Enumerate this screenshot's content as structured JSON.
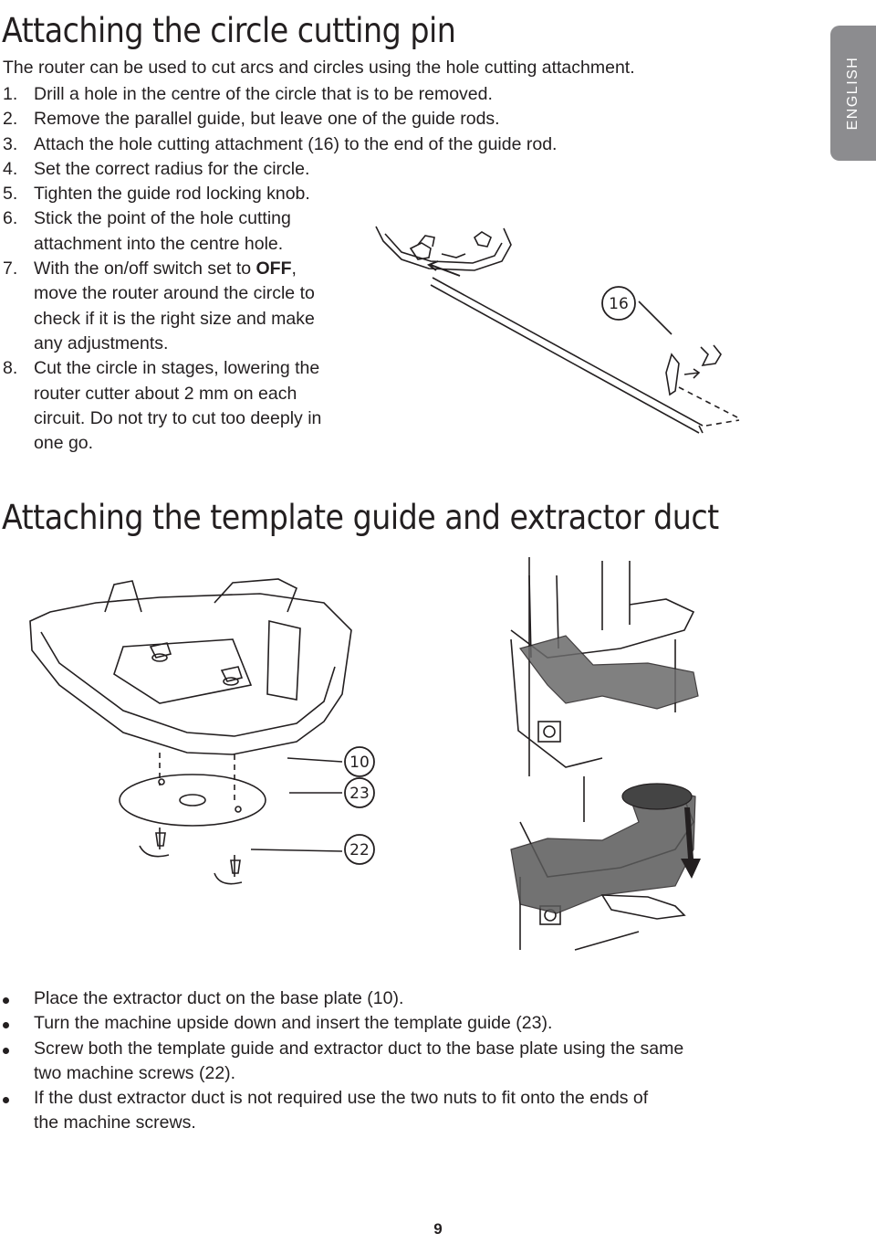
{
  "section1": {
    "title": "Attaching the circle cutting pin",
    "intro": "The router can be used to cut arcs and circles using the hole cutting attachment.",
    "steps": [
      {
        "num": "1.",
        "text": "Drill a hole in the centre of the circle that is to be removed."
      },
      {
        "num": "2.",
        "text": "Remove the parallel guide, but leave one of the guide rods."
      },
      {
        "num": "3.",
        "text": "Attach the hole cutting attachment (16) to the end of the guide rod."
      },
      {
        "num": "4.",
        "text": "Set the correct radius for the circle."
      },
      {
        "num": "5.",
        "text": "Tighten the guide rod locking knob."
      },
      {
        "num": "6.",
        "text": "Stick the point of the hole cutting attachment into the centre hole."
      },
      {
        "num": "7.",
        "text_before": "With the on/off switch set to ",
        "emph": "OFF",
        "text_after": ", move the router around the circle to check if it is the right size and make any adjustments."
      },
      {
        "num": "8.",
        "text": "Cut the circle in stages, lowering the router cutter about 2 mm on each circuit. Do not try to cut too deeply in one go."
      }
    ],
    "figure_callout": "16"
  },
  "section2": {
    "title": "Attaching the template guide and extractor duct",
    "callouts": [
      "10",
      "23",
      "22"
    ],
    "bullets": [
      "Place the extractor duct on the base plate (10).",
      "Turn the machine upside down and insert the template guide (23).",
      "Screw both the template guide and extractor duct to the base plate using the same two machine screws (22).",
      "If the dust extractor duct is not required use the two nuts to fit onto the ends of the machine screws."
    ]
  },
  "language_tab": "ENGLISH",
  "page_number": "9"
}
